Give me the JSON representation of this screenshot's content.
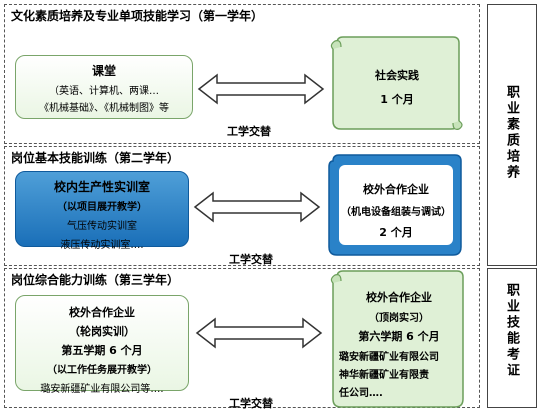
{
  "sections": [
    {
      "title": "文化素质培养及专业单项技能学习（第一学年）",
      "left_box": {
        "title": "课堂",
        "lines": [
          "（英语、计算机、两课…",
          "《机械基础》、《机械制图》等"
        ]
      },
      "right_box": {
        "lines": [
          "社会实践",
          "1 个月"
        ]
      },
      "arrow_label": "工学交替"
    },
    {
      "title": "岗位基本技能训练（第二学年）",
      "left_box": {
        "title": "校内生产性实训室",
        "subtitle": "（以项目展开教学）",
        "lines": [
          "气压传动实训室",
          "液压传动实训室…."
        ]
      },
      "right_box": {
        "lines": [
          "校外合作企业",
          "（机电设备组装与调试）",
          "2 个月"
        ]
      },
      "arrow_label": "工学交替"
    },
    {
      "title": "岗位综合能力训练（第三学年）",
      "left_box": {
        "lines": [
          "校外合作企业",
          "（轮岗实训）",
          "第五学期 6 个月",
          "（以工作任务展开教学）",
          "璐安新疆矿业有限公司等…."
        ]
      },
      "right_box": {
        "lines": [
          "校外合作企业",
          "（顶岗实习）",
          "第六学期 6 个月",
          "璐安新疆矿业有限公司",
          "神华新疆矿业有限责",
          "任公司…."
        ]
      },
      "arrow_label": "工学交替"
    }
  ],
  "side_labels": [
    "职业素质培养",
    "职业技能考证"
  ],
  "colors": {
    "green_border": "#7aa56a",
    "blue_fill": "#1a6fb8",
    "scroll_fill": "#dff0d6"
  }
}
